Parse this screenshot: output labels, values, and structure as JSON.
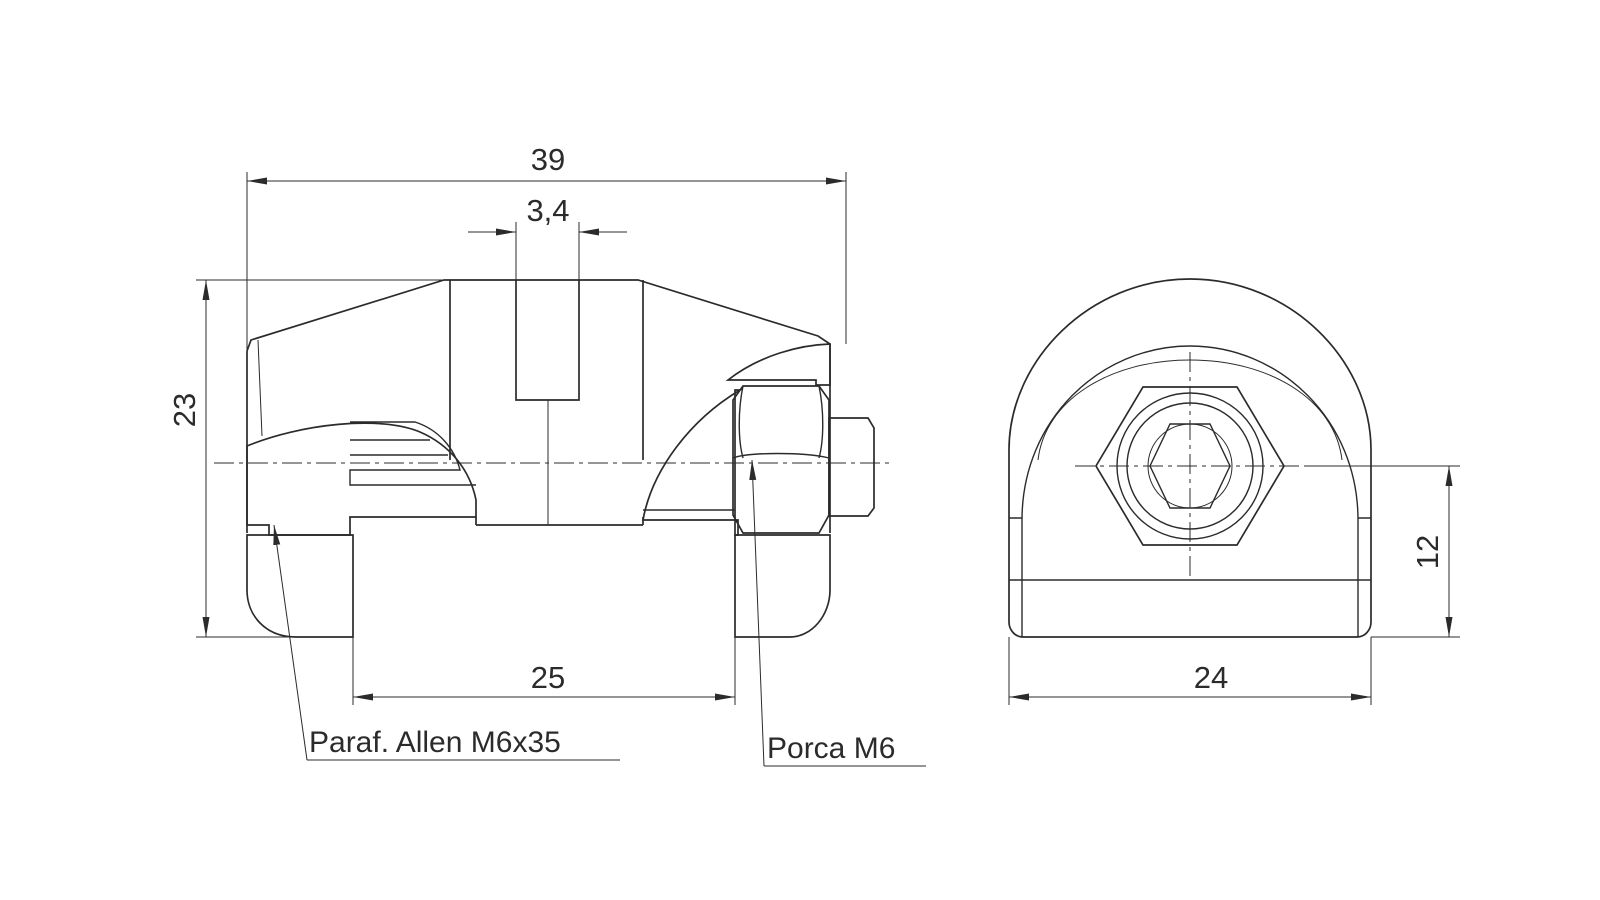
{
  "dimensions": {
    "overall_width": "39",
    "slot_width": "3,4",
    "height": "23",
    "inner_width": "25",
    "end_view_width": "24",
    "end_view_height": "12"
  },
  "callouts": {
    "screw": "Paraf. Allen M6x35",
    "nut": "Porca M6"
  }
}
